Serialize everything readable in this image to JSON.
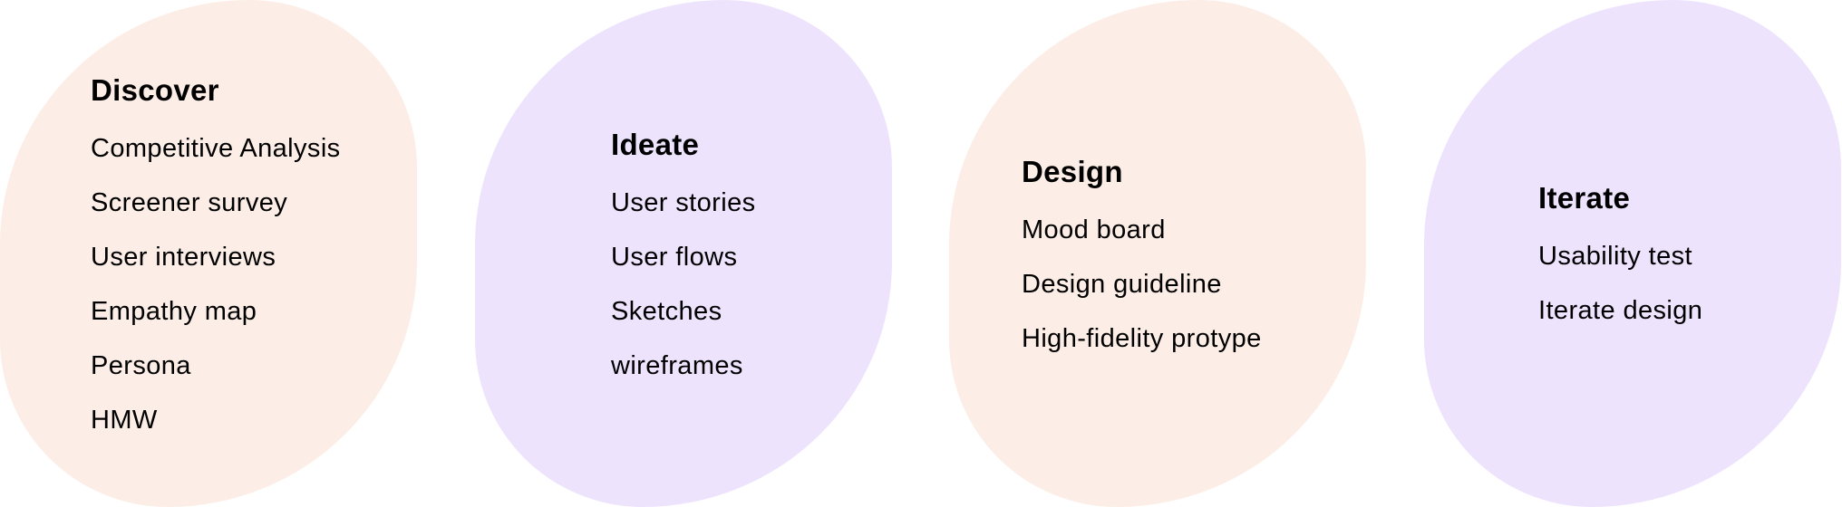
{
  "stages": [
    {
      "title": "Discover",
      "color": "#FCEEE6",
      "items": [
        "Competitive Analysis",
        "Screener survey",
        "User interviews",
        "Empathy map",
        "Persona",
        "HMW"
      ]
    },
    {
      "title": "Ideate",
      "color": "#EEE3FD",
      "items": [
        "User stories",
        "User flows",
        "Sketches",
        "wireframes"
      ]
    },
    {
      "title": "Design",
      "color": "#FCEEE6",
      "items": [
        "Mood board",
        "Design guideline",
        "High-fidelity protype"
      ]
    },
    {
      "title": "Iterate",
      "color": "#EEE3FD",
      "items": [
        "Usability test",
        "Iterate design"
      ]
    }
  ]
}
